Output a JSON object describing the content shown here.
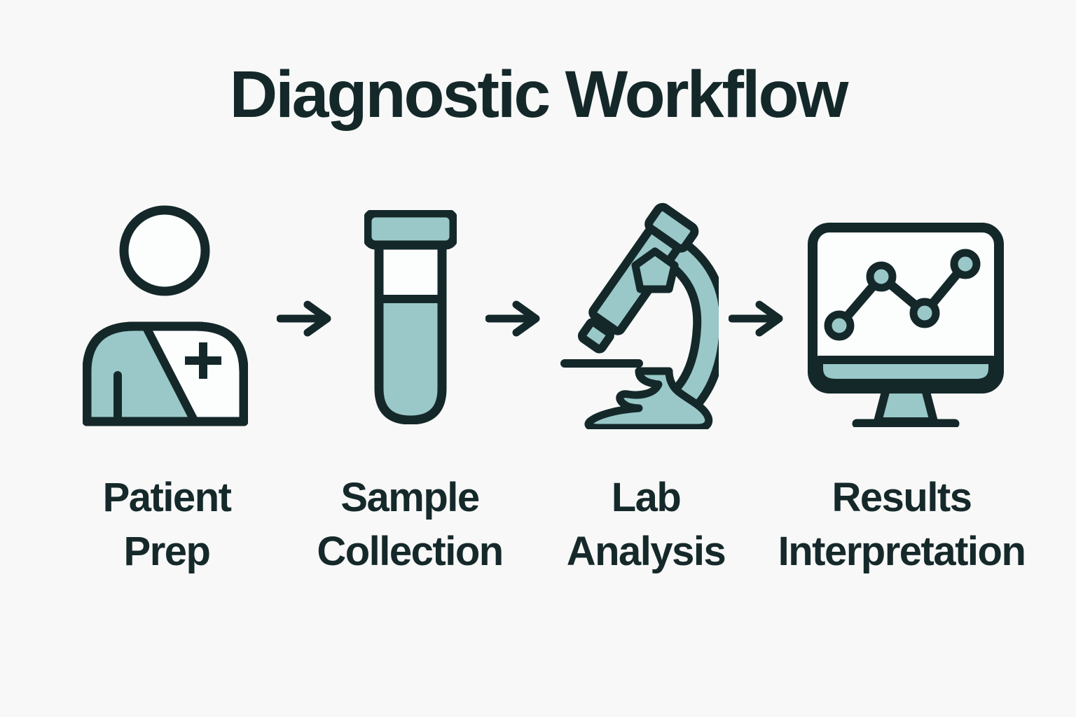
{
  "title": "Diagnostic Workflow",
  "steps": [
    {
      "label_line1": "Patient",
      "label_line2": "Prep",
      "icon": "patient-icon"
    },
    {
      "label_line1": "Sample",
      "label_line2": "Collection",
      "icon": "test-tube-icon"
    },
    {
      "label_line1": "Lab",
      "label_line2": "Analysis",
      "icon": "microscope-icon"
    },
    {
      "label_line1": "Results",
      "label_line2": "Interpretation",
      "icon": "monitor-line-chart-icon"
    }
  ],
  "connectors": {
    "icon": "arrow-right-icon",
    "count": 3
  },
  "colors": {
    "background": "#f7f8f7",
    "outline": "#14282a",
    "accent_fill": "#9ac8c8",
    "icon_interior": "#fcfdfd"
  }
}
